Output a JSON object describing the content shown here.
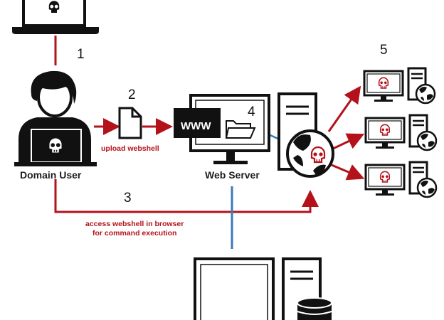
{
  "steps": {
    "s1": "1",
    "s2": "2",
    "s3": "3",
    "s4": "4",
    "s5": "5"
  },
  "labels": {
    "domain_user": "Domain User",
    "web_server": "Web Server",
    "upload": "upload webshell",
    "access_line1": "access webshell in browser",
    "access_line2": "for command execution",
    "www": "WWW"
  },
  "colors": {
    "accent_red": "#b4121b",
    "link_blue": "#3a7ab8",
    "outline": "#111111"
  },
  "icons": {
    "attacker_laptop": "laptop-skull-icon",
    "user": "user-icon",
    "file": "file-icon",
    "browser": "browser-window-icon",
    "folder": "folder-icon",
    "server": "server-tower-icon",
    "globe": "globe-skull-icon",
    "victim": "infected-workstation-icon",
    "database": "database-icon"
  }
}
